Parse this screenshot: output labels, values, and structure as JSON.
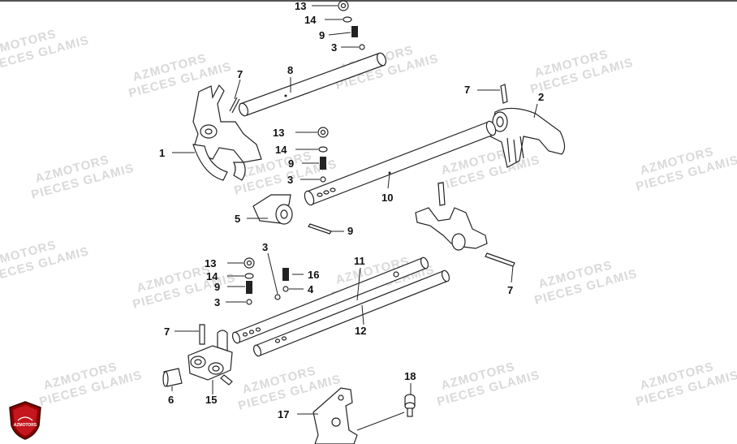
{
  "diagram": {
    "watermark_lines": [
      "AZMOTORS",
      "PIECES GLAMIS"
    ],
    "callouts": [
      "1",
      "2",
      "3",
      "3",
      "3",
      "3",
      "4",
      "5",
      "6",
      "7",
      "7",
      "7",
      "7",
      "8",
      "9",
      "9",
      "9",
      "9",
      "10",
      "11",
      "12",
      "13",
      "13",
      "13",
      "14",
      "14",
      "14",
      "15",
      "16",
      "17",
      "18"
    ],
    "logo_text": "AZMOTORS"
  }
}
